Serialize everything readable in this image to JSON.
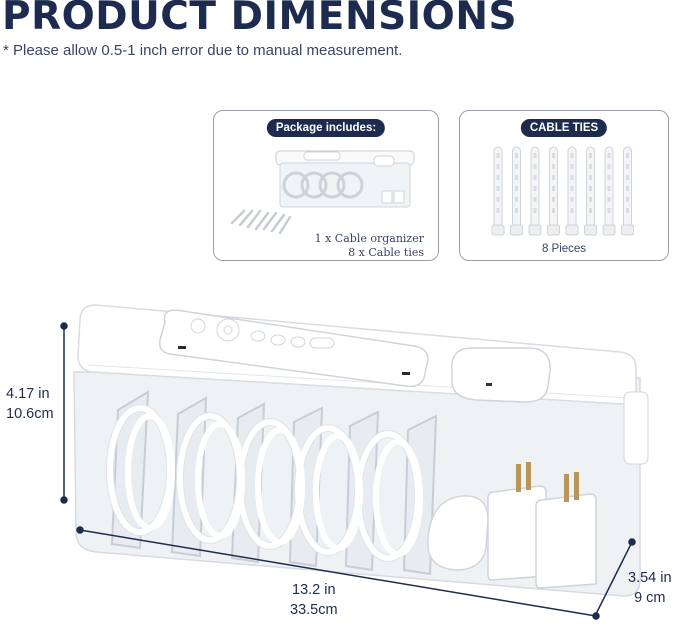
{
  "heading": {
    "title": "PRODUCT DIMENSIONS",
    "note": "* Please allow 0.5-1 inch error due to manual measurement."
  },
  "package": {
    "label": "Package includes:",
    "line1": "1 x Cable organizer",
    "line2": "8 x Cable ties"
  },
  "ties": {
    "label": "CABLE TIES",
    "count_label": "8 Pieces",
    "count": 8
  },
  "dimensions": {
    "height_in": "4.17 in",
    "height_cm": "10.6cm",
    "length_in": "13.2 in",
    "length_cm": "33.5cm",
    "depth_in": "3.54 in",
    "depth_cm": "9 cm"
  },
  "colors": {
    "navy": "#1d2b4f",
    "product_white": "#ffffff",
    "clear_plastic": "#eef2f5"
  },
  "icons": [
    "remote-control-icon",
    "earbuds-case-icon",
    "charger-icon",
    "cable-coil-icon",
    "cable-tie-icon"
  ]
}
